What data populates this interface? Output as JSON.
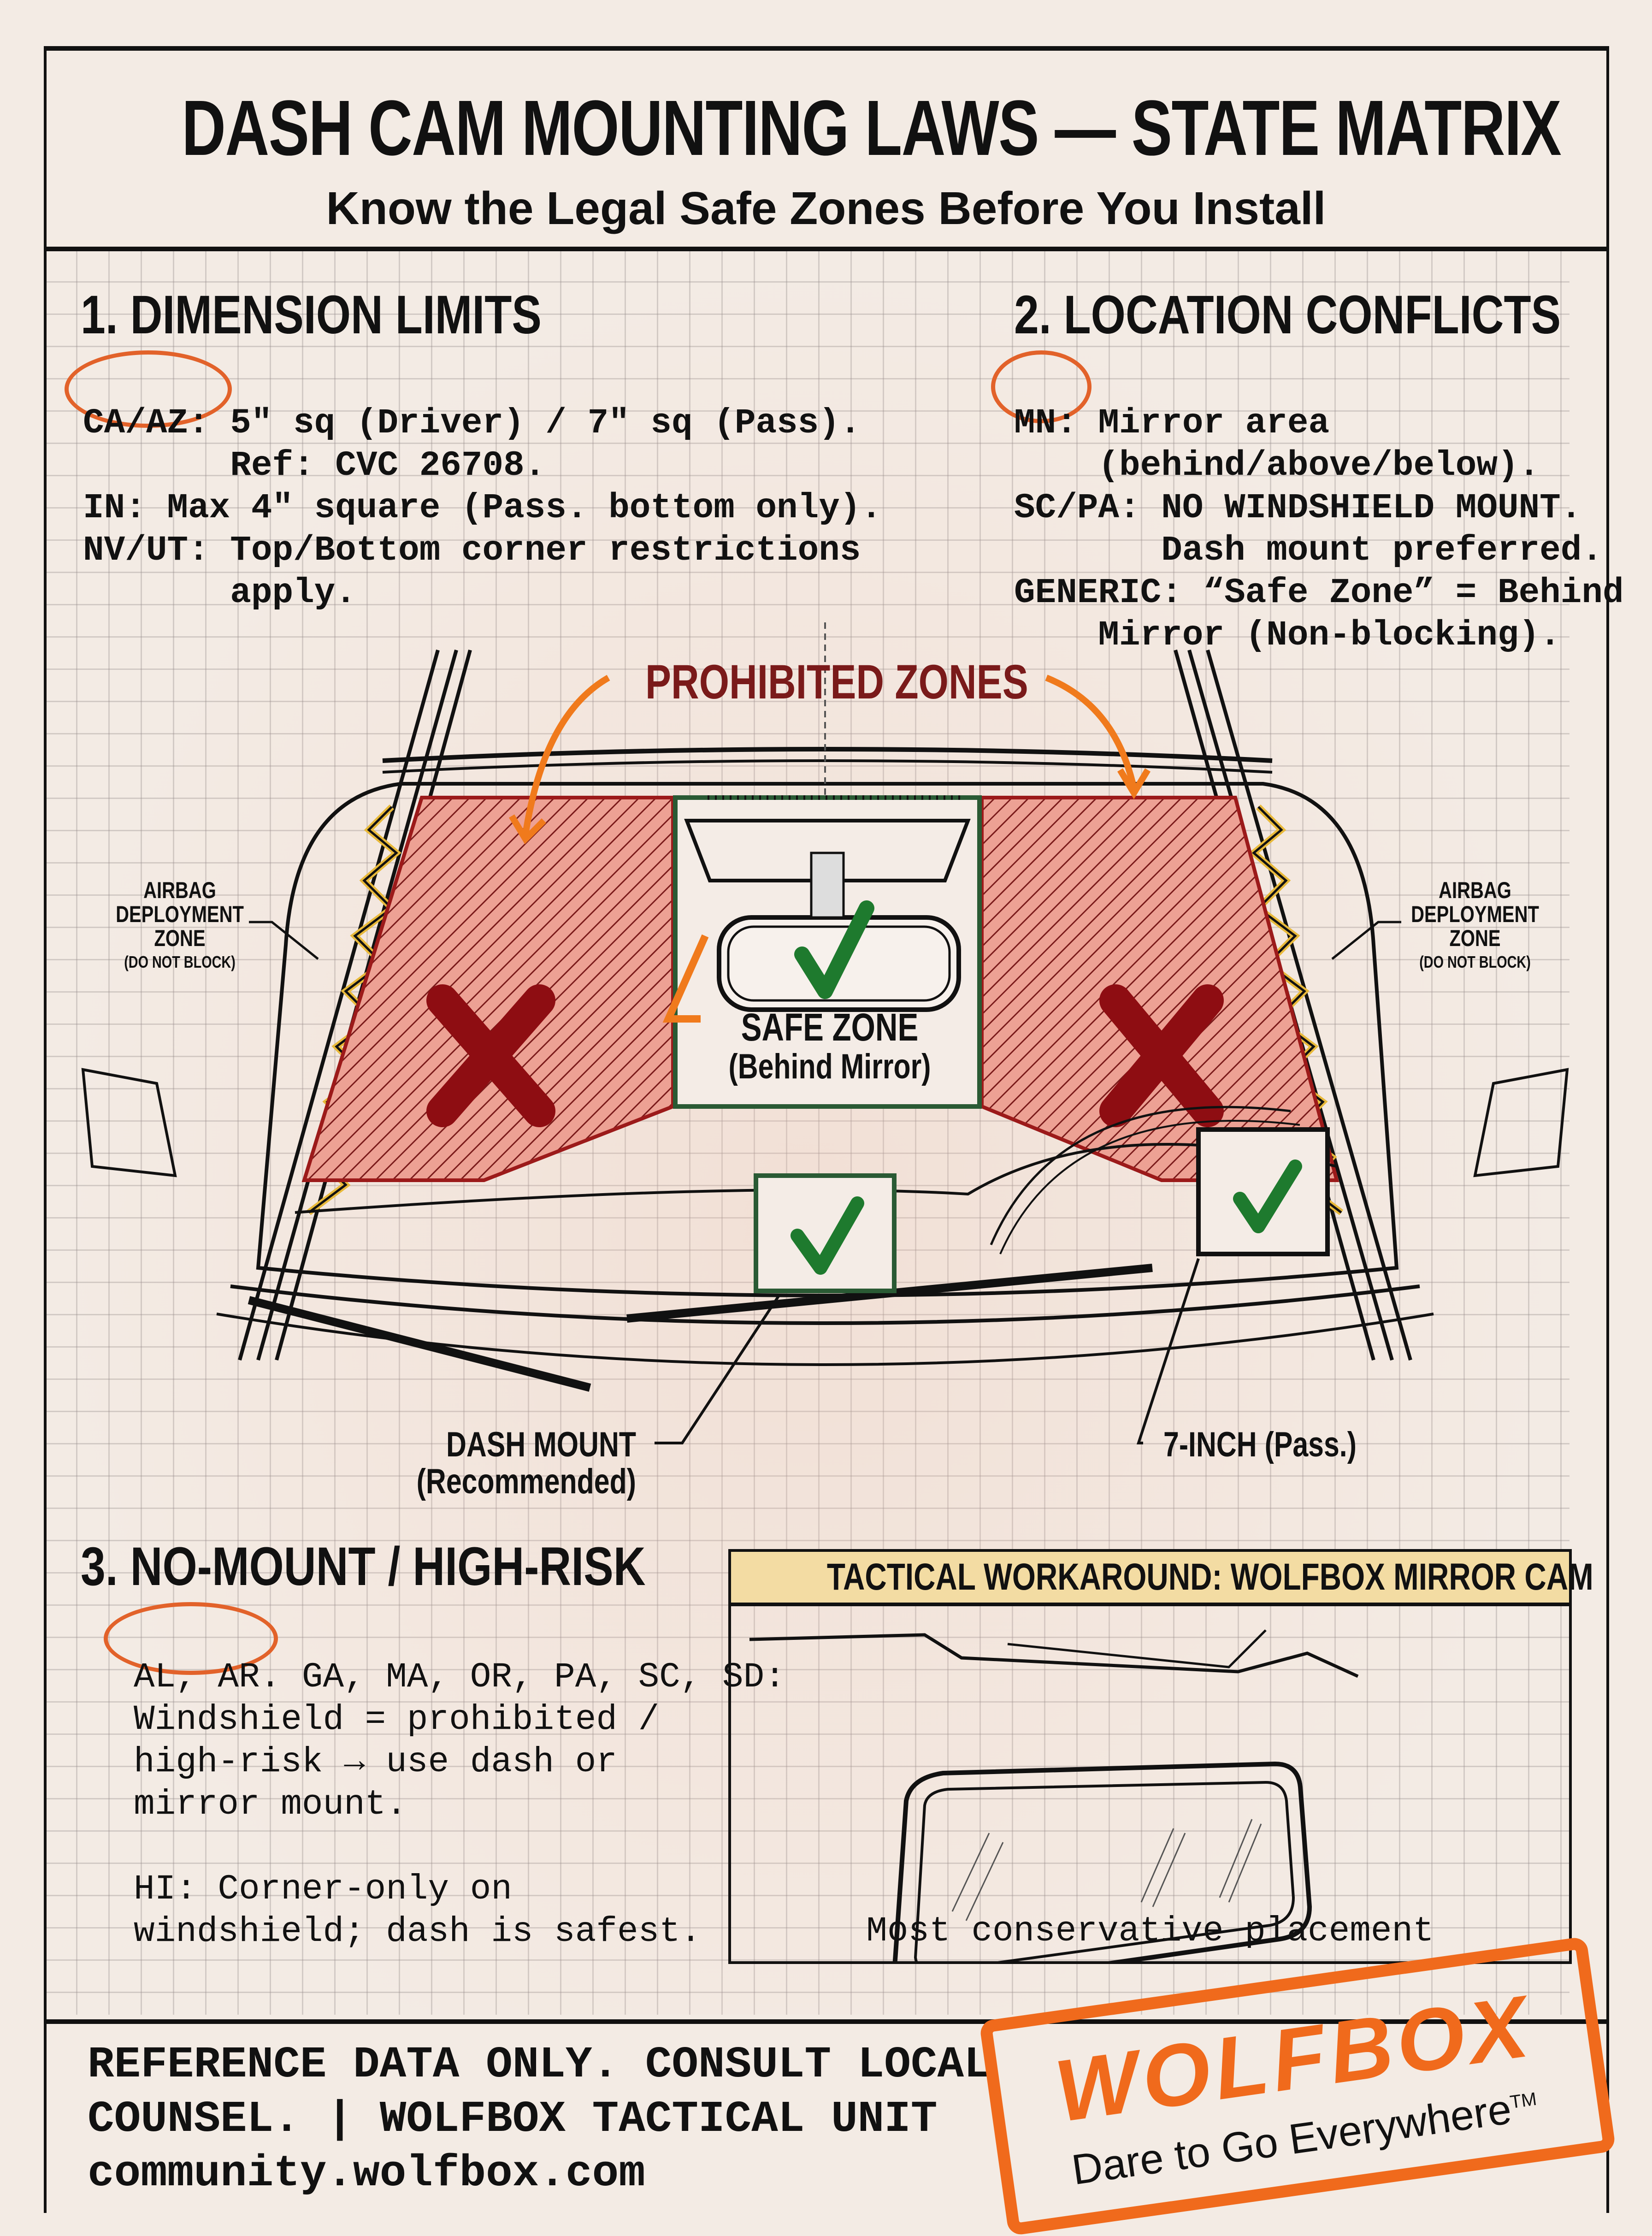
{
  "header": {
    "title": "DASH CAM MOUNTING LAWS — STATE MATRIX",
    "subtitle": "Know the Legal Safe Zones Before You Install"
  },
  "section1": {
    "heading": "1. DIMENSION LIMITS",
    "circled_state": "CA/AZ:",
    "lines": [
      "CA/AZ: 5\" sq (Driver) / 7\" sq (Pass).",
      "       Ref: CVC 26708.",
      "IN: Max 4\" square (Pass. bottom only).",
      "NV/UT: Top/Bottom corner restrictions",
      "       apply."
    ]
  },
  "section2": {
    "heading": "2. LOCATION CONFLICTS",
    "circled_state": "MN:",
    "lines": [
      "MN: Mirror area",
      "    (behind/above/below).",
      "SC/PA: NO WINDSHIELD MOUNT.",
      "       Dash mount preferred.",
      "GENERIC: “Safe Zone” = Behind",
      "    Mirror (Non-blocking)."
    ]
  },
  "diagram": {
    "prohibited_label": "PROHIBITED ZONES",
    "safe_zone_label": "SAFE ZONE",
    "safe_zone_sub": "(Behind Mirror)",
    "airbag_left": [
      "AIRBAG",
      "DEPLOYMENT",
      "ZONE",
      "(DO NOT BLOCK)"
    ],
    "airbag_right": [
      "AIRBAG",
      "DEPLOYMENT",
      "ZONE",
      "(DO NOT BLOCK)"
    ],
    "dash_mount_label": "DASH MOUNT",
    "dash_mount_sub": "(Recommended)",
    "seven_inch_label": "7-INCH (Pass.)",
    "colors": {
      "prohibited_fill": "#e8968a",
      "prohibited_stroke": "#9c1a1a",
      "x_mark": "#8e0d12",
      "check": "#1e7a2e",
      "arrow": "#f07a1c",
      "airbag_zigzag": "#e8b93a"
    }
  },
  "section3": {
    "heading": "3. NO-MOUNT / HIGH-RISK",
    "circled_states": "AL, AR.",
    "lines": [
      "AL, AR. GA, MA, OR, PA, SC, SD:",
      "Windshield = prohibited /",
      "high-risk → use dash or",
      "mirror mount.",
      "",
      "HI: Corner-only on",
      "windshield; dash is safest."
    ]
  },
  "workaround": {
    "heading": "TACTICAL WORKAROUND: WOLFBOX MIRROR CAM",
    "caption": "Most conservative placement"
  },
  "footer": {
    "line1": "REFERENCE DATA ONLY. CONSULT LOCAL",
    "line2": "COUNSEL. | WOLFBOX TACTICAL UNIT",
    "url": "community.wolfbox.com"
  },
  "stamp": {
    "brand": "WOLFBOX",
    "tagline": "Dare to Go Everywhere",
    "trademark": "TM",
    "color": "#f06a1c"
  }
}
